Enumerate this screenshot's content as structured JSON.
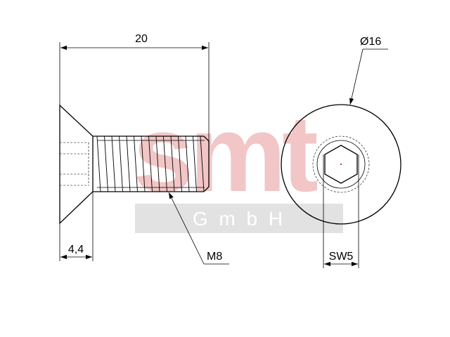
{
  "drawing": {
    "length_label": "20",
    "head_height_label": "4,4",
    "thread_label": "M8",
    "head_diameter_label": "Ø16",
    "hex_size_label": "SW5"
  },
  "watermark": {
    "logo_text": "smt",
    "company_text": "G m b H",
    "logo_color": "#f2c6c6",
    "bar_color": "#e2e2e2"
  },
  "colors": {
    "line": "#000000",
    "background": "#ffffff"
  }
}
